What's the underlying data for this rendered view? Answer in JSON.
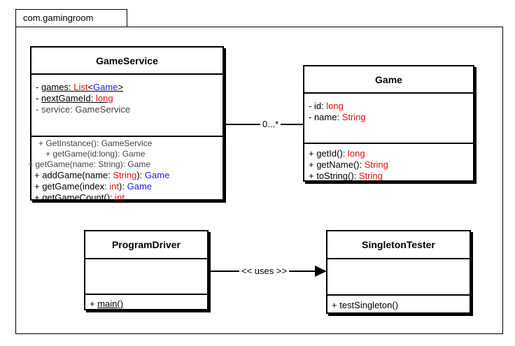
{
  "package": {
    "name": "com.gamingroom"
  },
  "game_service": {
    "title": "GameService",
    "attributes": [
      {
        "prefix": "- ",
        "name": "games",
        "sep": ": ",
        "t1": "List",
        "lt": "<",
        "t2": "Game",
        "gt": ">"
      },
      {
        "prefix": "- ",
        "name": "nextGameId",
        "sep": ": ",
        "type": "long"
      },
      {
        "text": "- service: GameService"
      }
    ],
    "methods": [
      {
        "text": "+ GetInstance(): GameService"
      },
      {
        "text": "+ getGame(id:long): Game"
      },
      {
        "text": "+ getGame(name: String): Game"
      },
      {
        "pre": "+ addGame(name: ",
        "param": "String",
        "mid": "): ",
        "ret": "Game"
      },
      {
        "pre": "+ getGame(index: ",
        "param": "int",
        "mid": "): ",
        "ret": "Game"
      },
      {
        "pre": "+ getGameCount(): ",
        "ret": "int"
      }
    ]
  },
  "game": {
    "title": "Game",
    "attributes": [
      {
        "pre": "- id: ",
        "type": "long"
      },
      {
        "pre": "- name: ",
        "type": "String"
      }
    ],
    "methods": [
      {
        "pre": "+ getId(): ",
        "type": "long"
      },
      {
        "pre": "+ getName(): ",
        "type": "String"
      },
      {
        "pre": "+ toString(): ",
        "type": "String"
      }
    ]
  },
  "association": {
    "multiplicity": "0...*"
  },
  "program_driver": {
    "title": "ProgramDriver",
    "methods": [
      {
        "prefix": "+ ",
        "name": "main()"
      }
    ]
  },
  "singleton_tester": {
    "title": "SingletonTester",
    "methods": [
      {
        "text": "+ testSingleton()"
      }
    ]
  },
  "dependency": {
    "label": "<< uses >>"
  }
}
